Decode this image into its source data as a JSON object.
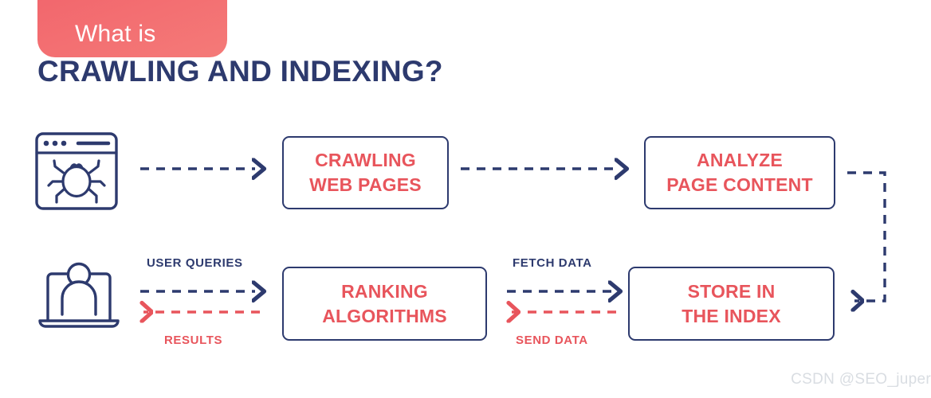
{
  "header": {
    "badge_label": "What is",
    "title": "CRAWLING AND INDEXING?",
    "badge_color": "#f4686e",
    "title_color": "#2d3a6e"
  },
  "theme": {
    "navy": "#2d3a6e",
    "red": "#e8555c",
    "background": "#ffffff",
    "watermark_color": "#d9dde2"
  },
  "icons": {
    "browser_spider": "browser-spider-icon",
    "user_laptop": "user-laptop-icon"
  },
  "boxes": [
    {
      "id": "crawling",
      "label": "CRAWLING\nWEB PAGES"
    },
    {
      "id": "analyze",
      "label": "ANALYZE\nPAGE CONTENT"
    },
    {
      "id": "ranking",
      "label": "RANKING\nALGORITHMS"
    },
    {
      "id": "store",
      "label": "STORE IN\nTHE INDEX"
    }
  ],
  "flows": [
    {
      "id": "user-queries",
      "label": "USER QUERIES",
      "color": "#2d3a6e",
      "direction": "right"
    },
    {
      "id": "results",
      "label": "RESULTS",
      "color": "#e8555c",
      "direction": "left"
    },
    {
      "id": "fetch-data",
      "label": "FETCH DATA",
      "color": "#2d3a6e",
      "direction": "right"
    },
    {
      "id": "send-data",
      "label": "SEND DATA",
      "color": "#e8555c",
      "direction": "left"
    }
  ],
  "watermark": "CSDN @SEO_juper"
}
